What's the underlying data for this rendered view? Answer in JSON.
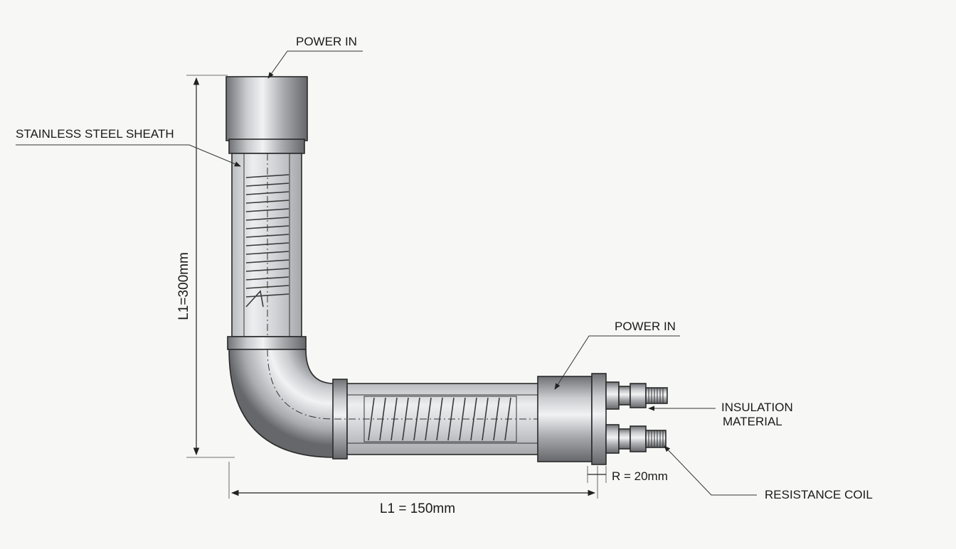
{
  "labels": {
    "power_in_top": "POWER IN",
    "power_in_right": "POWER IN",
    "sheath": "STAINLESS STEEL SHEATH",
    "insulation_line1": "INSULATION",
    "insulation_line2": "MATERIAL",
    "resistance_coil": "RESISTANCE COIL"
  },
  "dimensions": {
    "vertical": "L1=300mm",
    "horizontal": "L1 = 150mm",
    "radius": "R = 20mm"
  },
  "colors": {
    "background": "#f7f7f6",
    "steel_dark": "#7d7f82",
    "steel_light": "#eef0f2",
    "line": "#222222"
  }
}
